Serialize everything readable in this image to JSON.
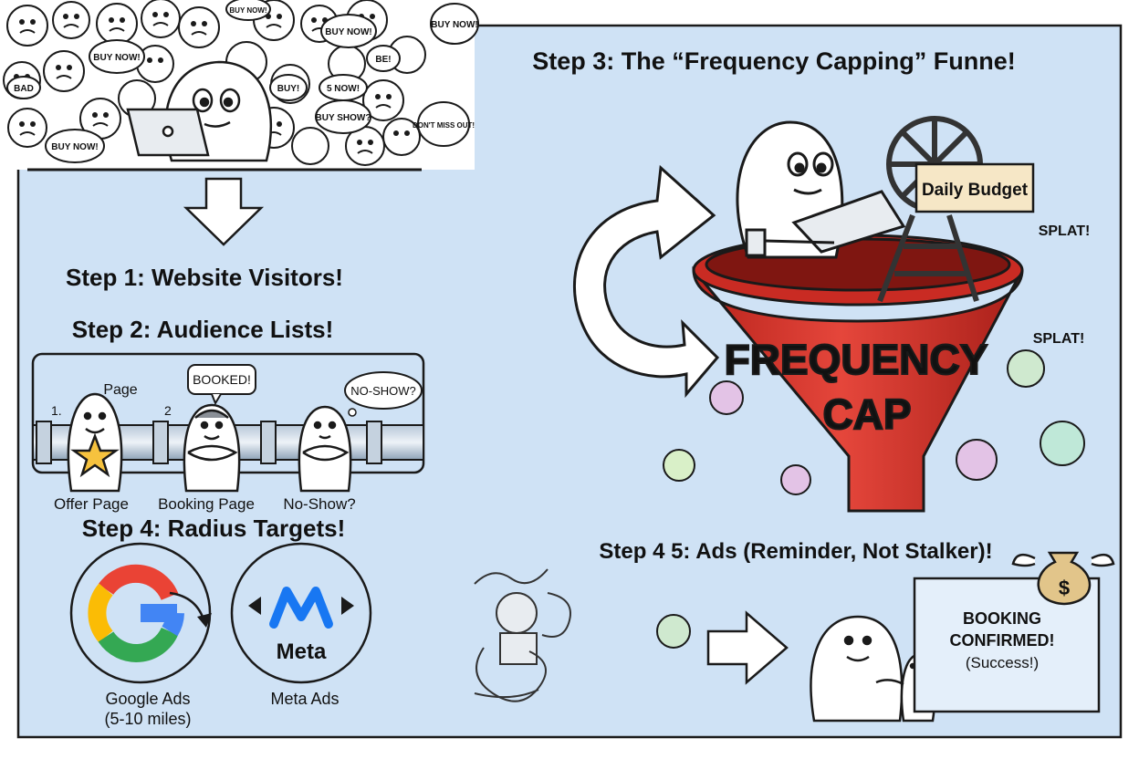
{
  "step1": {
    "title": "Step 1: Website Visitors!"
  },
  "step2": {
    "title": "Step 2: Audience Lists!",
    "markers": [
      "1.",
      "2"
    ],
    "page_label": "Page",
    "bubbles": [
      "BOOKED!",
      "NO-SHOW?"
    ],
    "nodes": [
      "Offer Page",
      "Booking Page",
      "No-Show?"
    ]
  },
  "step3": {
    "title": "Step 3: The “Frequency Capping” Funne!",
    "funnel_line1": "FREQUENCY",
    "funnel_line2": "CAP",
    "budget_sign": "Daily Budget",
    "splats": [
      "SPLAT!",
      "SPLAT!"
    ]
  },
  "step4": {
    "title": "Step 4: Radius Targets!",
    "google_label": "Google Ads",
    "google_sub": "(5-10 miles)",
    "meta_logo": "Meta",
    "meta_label": "Meta Ads"
  },
  "step5": {
    "title": "Step 4 5: Ads (Reminder, Not Stalker)!",
    "confirm_line1": "BOOKING",
    "confirm_line2": "CONFIRMED!",
    "confirm_line3": "(Success!)"
  },
  "ad_bubbles": [
    "BUY NOW!",
    "BUY NOW!",
    "BUY NOW!",
    "BUY NOW!",
    "BUY SHOW?",
    "DON'T MISS OUT!",
    "BUY NOW!",
    "BE!",
    "5 NOW!",
    "BUY!",
    "BAD"
  ],
  "colors": {
    "background": "#cfe2f5",
    "funnel_red": "#d8322a",
    "google_blue": "#4285f4",
    "google_red": "#ea4335",
    "google_yellow": "#fbbc05",
    "google_green": "#34a853",
    "meta_blue": "#1877f2",
    "star_gold": "#f6c23e"
  }
}
